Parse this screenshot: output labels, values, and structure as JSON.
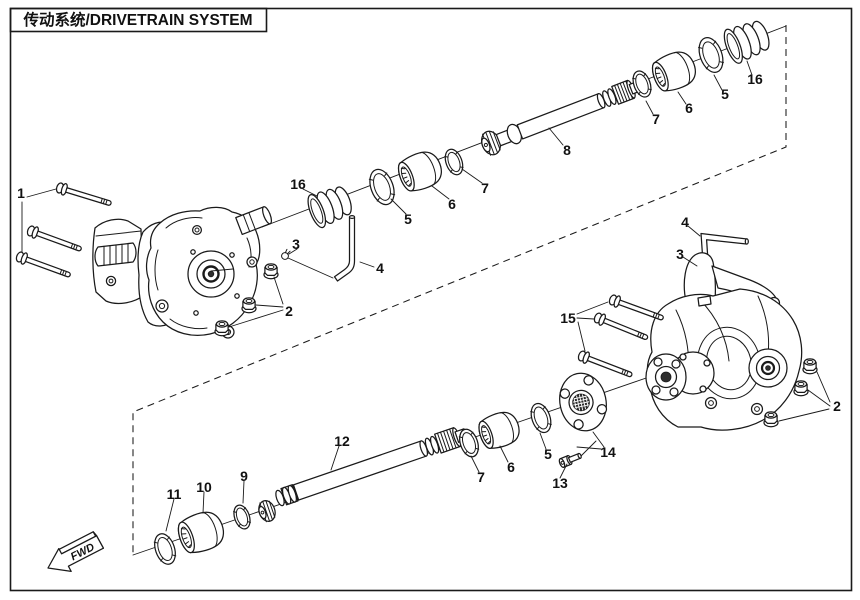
{
  "title": "传动系统/DRIVETRAIN SYSTEM",
  "direction_arrow": {
    "label": "FWD"
  },
  "colors": {
    "ink": "#1a1a1a",
    "paper": "#ffffff"
  },
  "callouts": {
    "c1": "1",
    "c2": "2",
    "c3": "3",
    "c4": "4",
    "c5": "5",
    "c6": "6",
    "c7": "7",
    "c8": "8",
    "c9": "9",
    "c10": "10",
    "c11": "11",
    "c12": "12",
    "c13": "13",
    "c14": "14",
    "c15": "15",
    "c16": "16"
  }
}
